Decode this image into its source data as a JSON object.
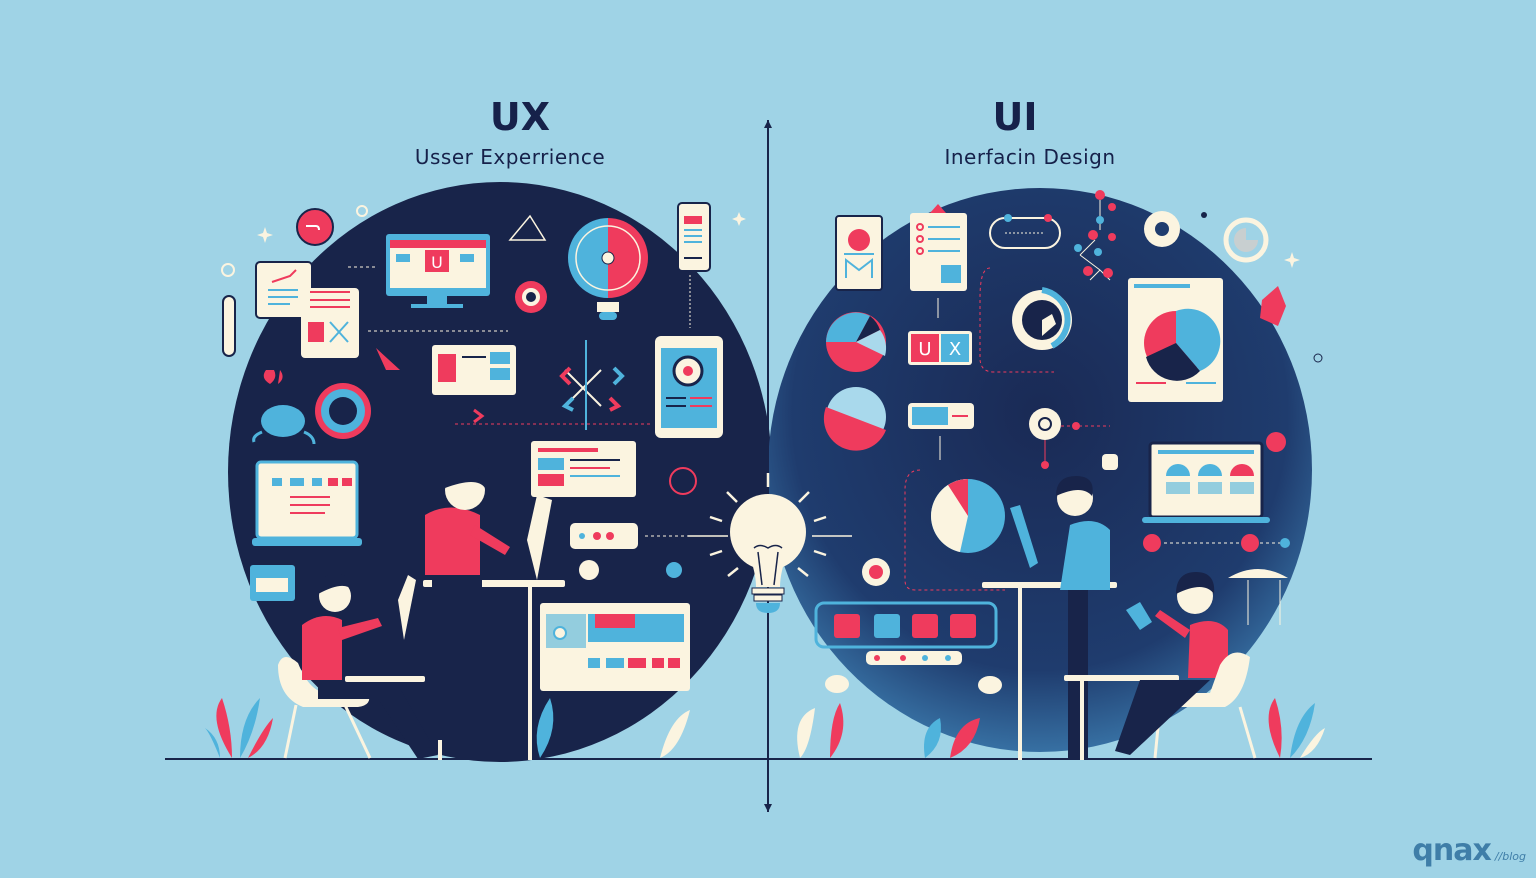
{
  "left_panel": {
    "title": "UX",
    "subtitle": "Usser Experrience",
    "elements": {
      "monitor_badge": "U",
      "persons": [
        "standing person in red shirt",
        "seated person in red shirt"
      ]
    }
  },
  "right_panel": {
    "title": "UI",
    "subtitle": "Inerfacin Design",
    "elements": {
      "ux_tile_letters": [
        "U",
        "X"
      ],
      "persons": [
        "seated person in blue shirt",
        "seated person in red shirt"
      ]
    }
  },
  "center": {
    "icon": "lightbulb-icon",
    "divider": "vertical-double-arrow"
  },
  "footer": {
    "logo_brand": "qnax",
    "logo_tag": "//blog"
  },
  "colors": {
    "background": "#9fd3e6",
    "dark_navy": "#18244a",
    "accent_red": "#ef3b5d",
    "accent_blue": "#4fb3dc",
    "cream": "#fbf4e0",
    "text": "#16214a",
    "logo": "#3f7ea8"
  }
}
